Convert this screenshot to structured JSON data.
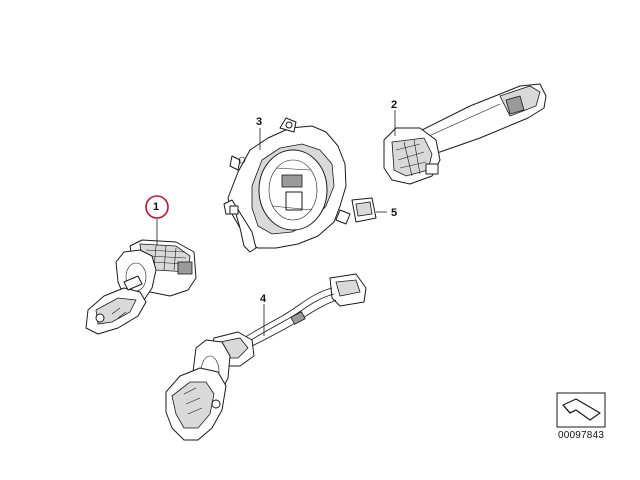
{
  "callouts": {
    "part1": "1",
    "part2": "2",
    "part3": "3",
    "part4": "4",
    "part5": "5"
  },
  "highlight_color": "#c8102e",
  "diagram_number": "00097843",
  "icons": {
    "catalog_symbol": "catalog-arrow-icon"
  }
}
